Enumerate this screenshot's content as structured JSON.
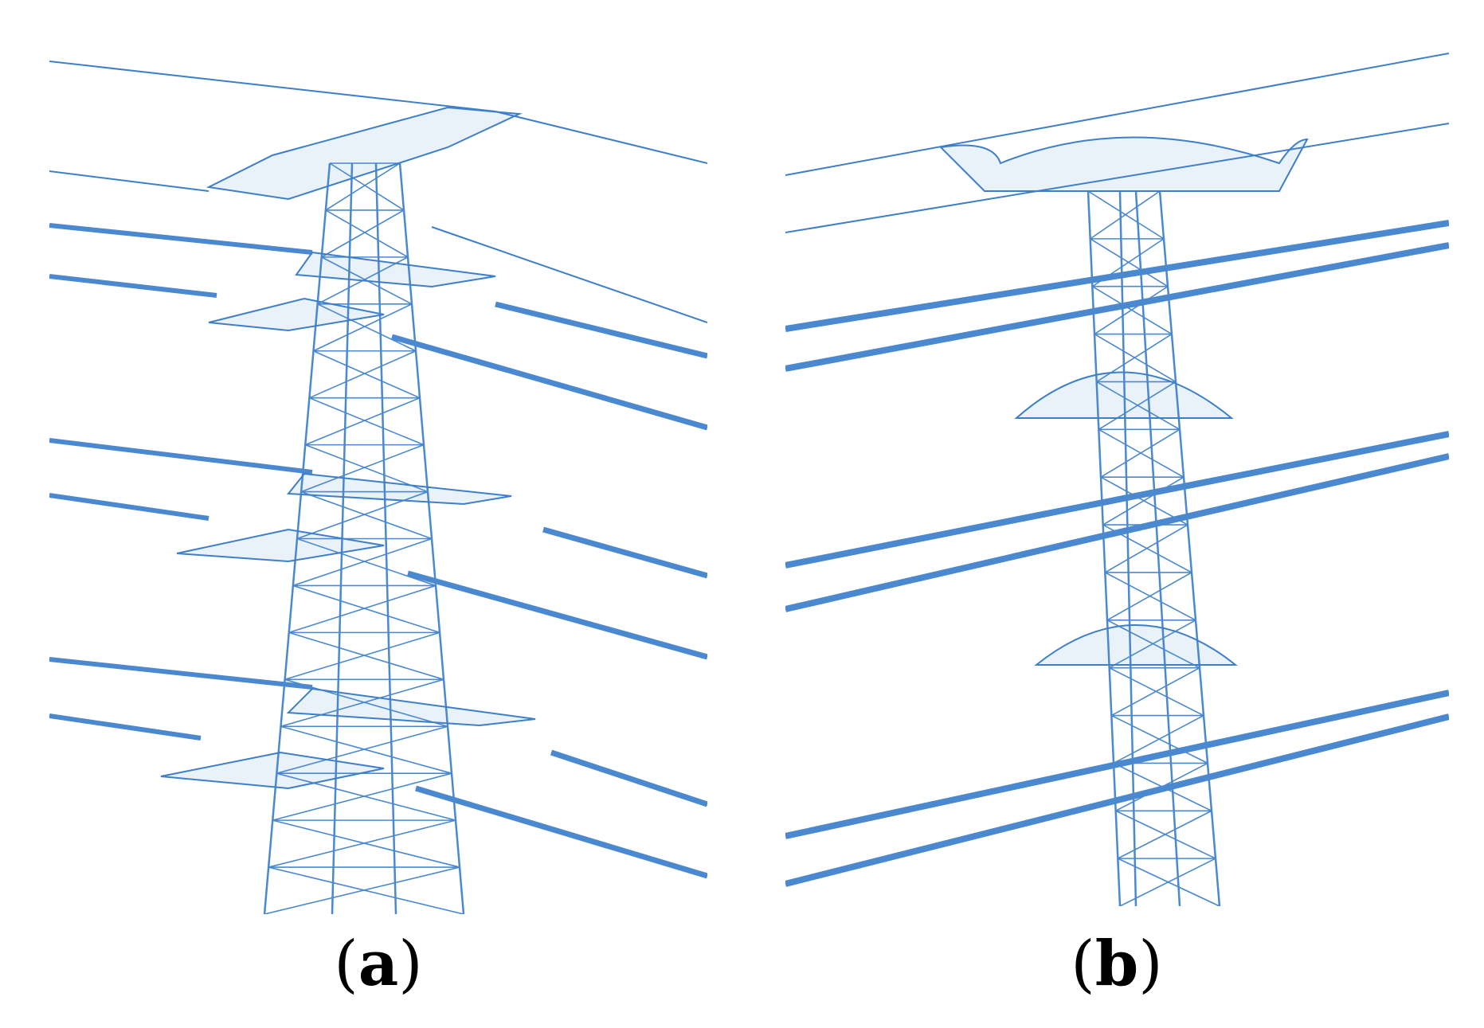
{
  "figure": {
    "colors": {
      "wire": "#3d7fc9",
      "tower": "#4a88cf",
      "background": "#ffffff"
    },
    "panels": [
      {
        "id": "a",
        "open": "(",
        "letter": "a",
        "close": ")"
      },
      {
        "id": "b",
        "open": "(",
        "letter": "b",
        "close": ")"
      }
    ]
  }
}
